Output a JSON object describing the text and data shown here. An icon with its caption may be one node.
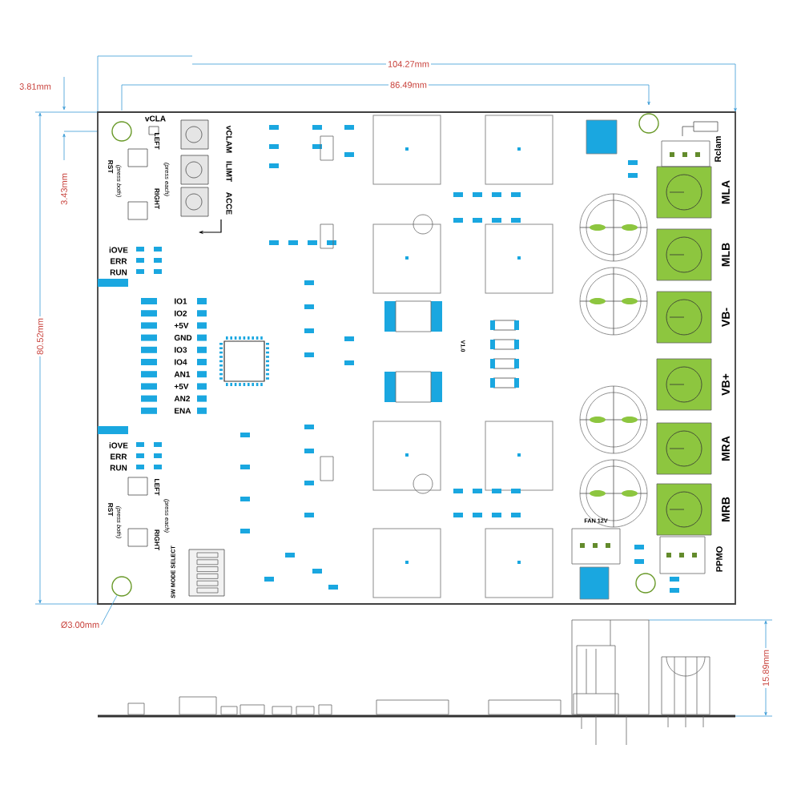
{
  "diagram": {
    "nodes": [
      {
        "text": [
          "Ø3.00mm"
        ]
      },
      {
        "text": [],
        "shape": "circle"
      },
      {
        "text": [],
        "shape": "circle"
      },
      {
        "text": [],
        "shape": "circle"
      },
      {
        "text": [],
        "shape": "circle"
      }
    ],
    "edges": [
      {
        "from": 0,
        "to": 3,
        "arrow": "none"
      }
    ],
    "labels": [
      "104.27mm",
      "86.49mm",
      "3.81mm",
      "3.43mm",
      "80.52mm",
      "vCLA",
      "vCLAM",
      "ILIMT",
      "ACCE",
      "RST",
      "(press both)",
      "LEFT",
      "RIGHT",
      "(press each)",
      "iOVE",
      "ERR",
      "RUN",
      "IO1",
      "IO2",
      "+5V",
      "GND",
      "IO3",
      "IO4",
      "AN1",
      "+5V",
      "AN2",
      "ENA",
      "iOVE",
      "ERR",
      "RUN",
      "RST",
      "(press both)",
      "LEFT",
      "RIGHT",
      "(press each)",
      "SW MODE SELECT",
      "V1.0",
      "Rclam",
      "MLA",
      "MLB",
      "VB-",
      "VB+",
      "MRA",
      "MRB",
      "FAN 12V",
      "PPMO",
      "15.89mm"
    ]
  }
}
